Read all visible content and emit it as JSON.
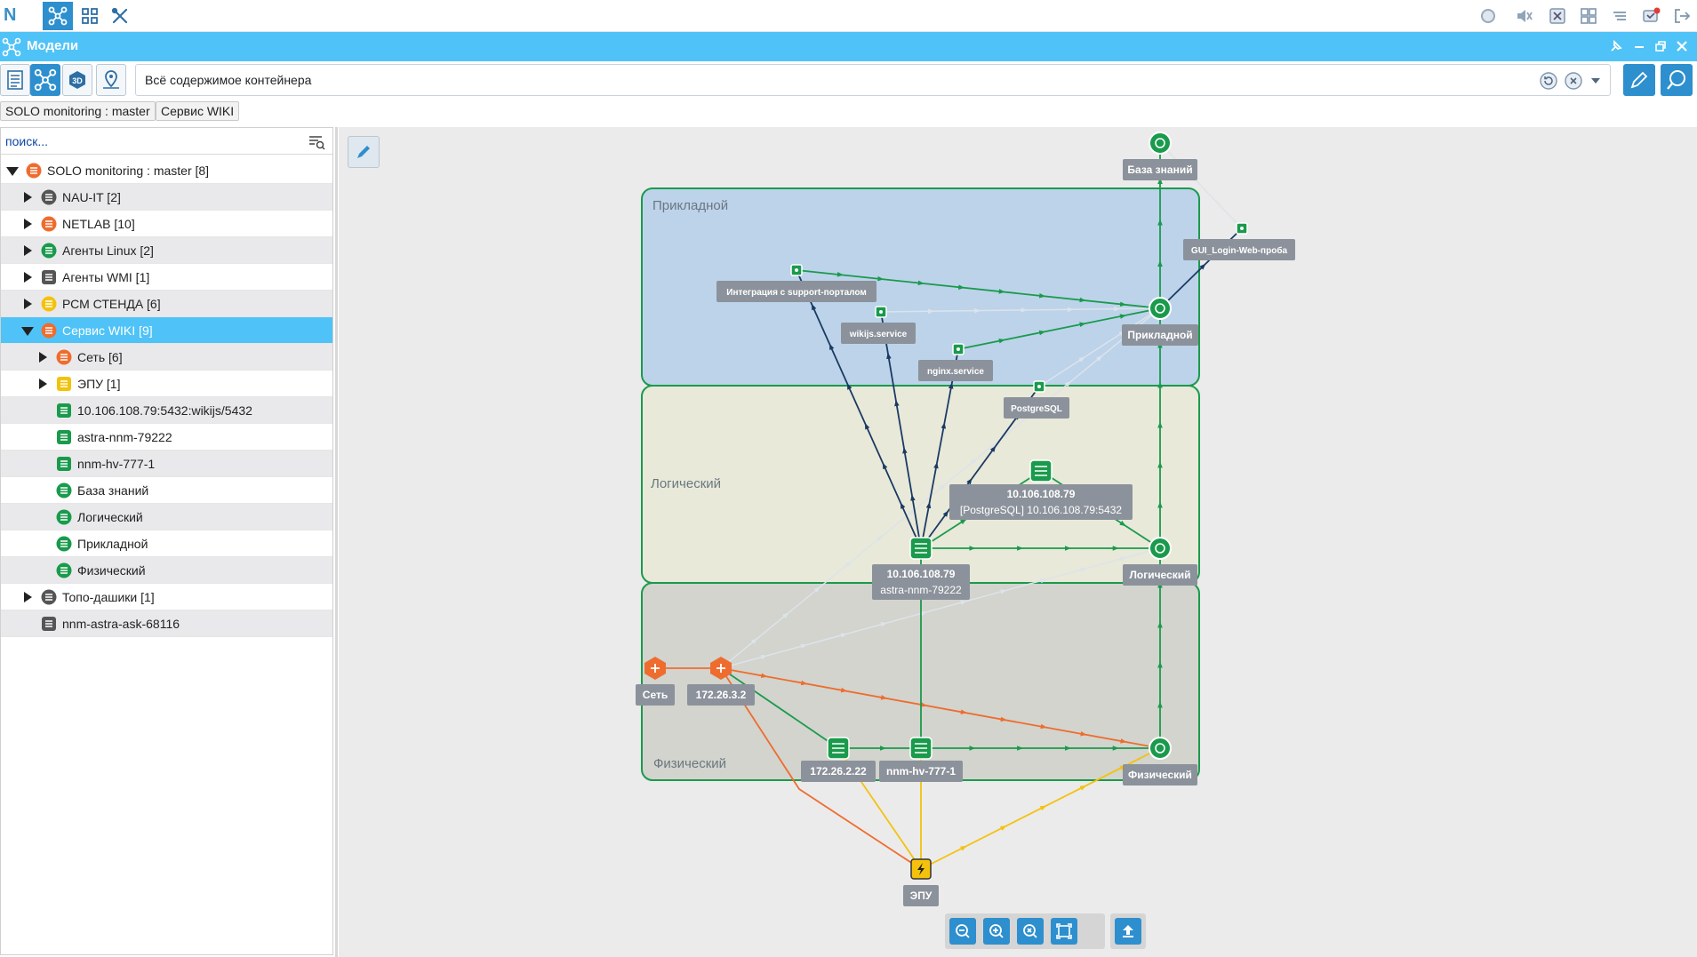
{
  "app": {
    "logo": "N"
  },
  "window": {
    "title": "Модели"
  },
  "filter": {
    "text": "Всё содержимое контейнера"
  },
  "breadcrumb": [
    "SOLO monitoring : master",
    "Сервис WIKI"
  ],
  "search": {
    "placeholder": "поиск..."
  },
  "tree": [
    {
      "label": "SOLO monitoring : master [8]",
      "level": 0,
      "expanded": true,
      "icon": "solo-icon"
    },
    {
      "label": "NAU-IT [2]",
      "level": 1,
      "expanded": false,
      "icon": "agent-icon"
    },
    {
      "label": "NETLAB [10]",
      "level": 1,
      "expanded": false,
      "icon": "netlab-icon"
    },
    {
      "label": "Агенты Linux [2]",
      "level": 1,
      "expanded": false,
      "icon": "linux-agent-icon"
    },
    {
      "label": "Агенты WMI [1]",
      "level": 1,
      "expanded": false,
      "icon": "wmi-agent-icon"
    },
    {
      "label": "РСМ СТЕНДА [6]",
      "level": 1,
      "expanded": false,
      "icon": "rsm-icon"
    },
    {
      "label": "Сервис WIKI [9]",
      "level": 1,
      "expanded": true,
      "selected": true,
      "icon": "service-icon"
    },
    {
      "label": "Сеть [6]",
      "level": 2,
      "expanded": false,
      "icon": "network-icon"
    },
    {
      "label": "ЭПУ [1]",
      "level": 2,
      "expanded": false,
      "icon": "power-icon"
    },
    {
      "label": "10.106.108.79:5432:wikijs/5432",
      "level": 2,
      "icon": "database-icon"
    },
    {
      "label": "astra-nnm-79222",
      "level": 2,
      "icon": "server-icon"
    },
    {
      "label": "nnm-hv-777-1",
      "level": 2,
      "icon": "hypervisor-icon"
    },
    {
      "label": "База знаний",
      "level": 2,
      "icon": "knowledge-base-icon"
    },
    {
      "label": "Логический",
      "level": 2,
      "icon": "logical-icon"
    },
    {
      "label": "Прикладной",
      "level": 2,
      "icon": "application-icon"
    },
    {
      "label": "Физический",
      "level": 2,
      "icon": "physical-icon"
    },
    {
      "label": "Топо-дашики [1]",
      "level": 1,
      "expanded": false,
      "icon": "dashboard-icon"
    },
    {
      "label": "nnm-astra-ask-68116",
      "level": 1,
      "icon": "server-gray-icon"
    }
  ],
  "diagram": {
    "layers": {
      "app": "Прикладной",
      "logic": "Логический",
      "phys": "Физический"
    },
    "nodes": {
      "kb": "База знаний",
      "gui": "GUI_Login-Web-проба",
      "integ": "Интеграция с support-порталом",
      "wikijs": "wikijs.service",
      "nginx": "nginx.service",
      "pg": "PostgreSQL",
      "app": "Прикладной",
      "db_line1": "10.106.108.79",
      "db_line2": "[PostgreSQL] 10.106.108.79:5432",
      "srv_line1": "10.106.108.79",
      "srv_line2": "astra-nnm-79222",
      "logic": "Логический",
      "net": "Сеть",
      "r1": "172.26.3.2",
      "r2": "172.26.2.22",
      "hv": "nnm-hv-777-1",
      "phys": "Физический",
      "epu": "ЭПУ"
    }
  },
  "colors": {
    "accent": "#2d8fce",
    "titlebar": "#4fc3f7",
    "green": "#1a9a4c",
    "navy": "#1b3a63",
    "orange": "#ef6c2f",
    "yellow": "#f4c20d"
  }
}
